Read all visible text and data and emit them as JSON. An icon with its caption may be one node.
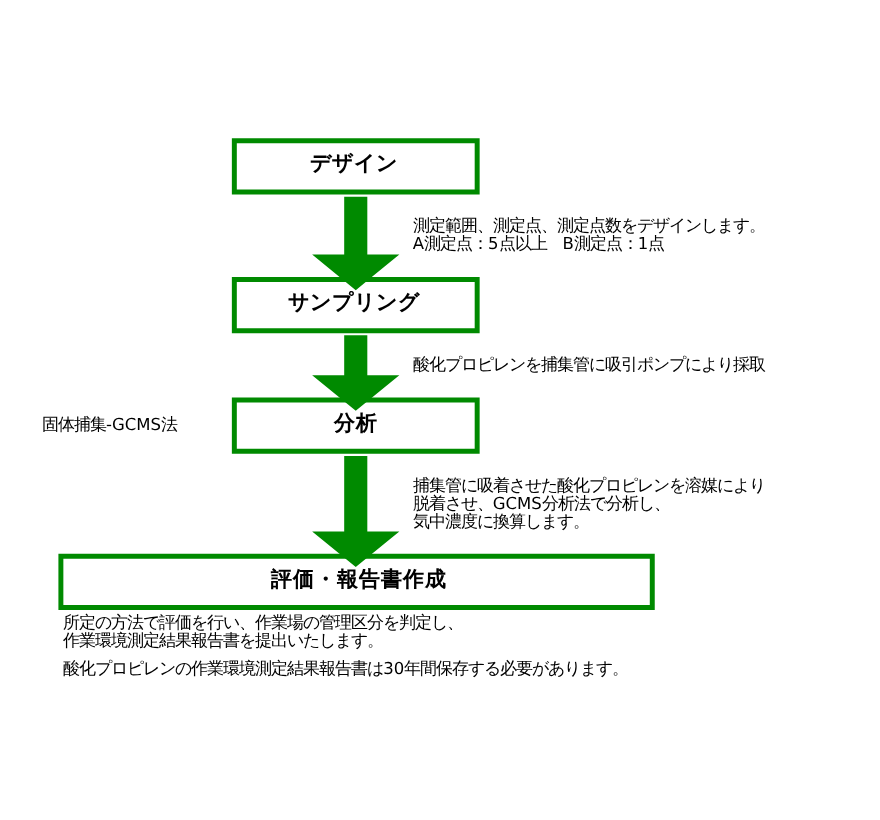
{
  "diagram": {
    "nodes": [
      {
        "text": [
          "デザイン"
        ]
      },
      {
        "text": [
          "サンプリング"
        ]
      },
      {
        "text": [
          "分析"
        ]
      },
      {
        "text": [
          "評価・報告書作成"
        ],
        "beside": [
          "所定の方法で評価を行い、作業場の管理区分を判定し、作業環境測定結果報告書を提出いたします。",
          "酸化プロピレンの作業環境測定結果報告書は30年間保存する必要があります。"
        ]
      }
    ],
    "edges": [
      {
        "from": 0,
        "to": 1,
        "arrow": "to",
        "label": "測定範囲、測定点、測定点数をデザインします。A測定点：5点以上　B測定点：1点"
      },
      {
        "from": 1,
        "to": 2,
        "arrow": "to",
        "label": "酸化プロピレンを捕集管に吸引ポンプにより採取"
      },
      {
        "from": 2,
        "to": 3,
        "arrow": "to",
        "label": "捕集管に吸着させた酸化プロピレンを溶媒により脱着させ、GCMS分析法で分析し、気中濃度に換算します。"
      }
    ],
    "labels": [
      "固体捕集-GCMS法"
    ]
  }
}
